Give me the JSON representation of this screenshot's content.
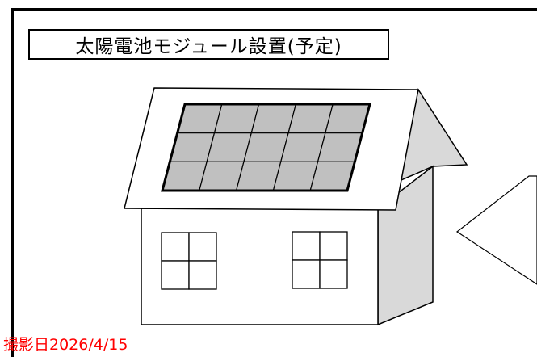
{
  "board": {
    "title": "太陽電池モジュール設置(予定)",
    "date_label": "撮影日2026/4/15"
  },
  "colors": {
    "outline": "#000000",
    "panel_fill": "#c0c0c0",
    "side_wall": "#d9d9d9",
    "wall": "#ffffff",
    "date_text": "#ff0000"
  },
  "solar_array": {
    "rows": 3,
    "columns": 5
  },
  "windows": {
    "count": 2,
    "panes_per_window": 4
  }
}
